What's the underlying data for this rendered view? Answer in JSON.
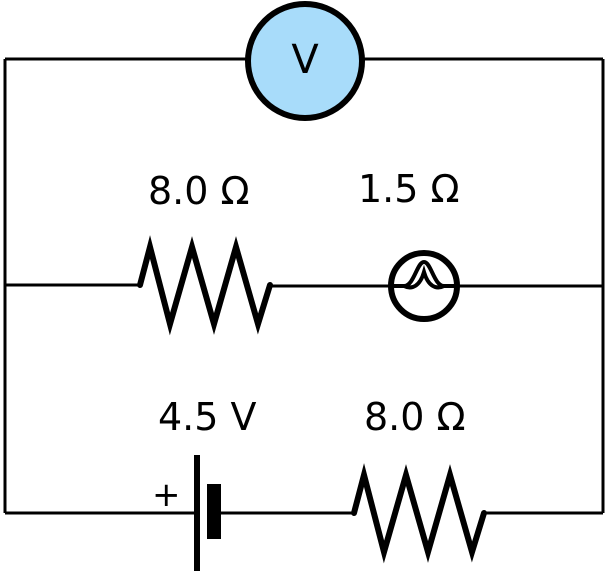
{
  "voltmeter": {
    "symbol": "V",
    "fill_color": "#a8dcfa"
  },
  "components": {
    "upper_resistor": {
      "label": "8.0 Ω"
    },
    "bulb": {
      "label": "1.5 Ω"
    },
    "battery": {
      "label": "4.5 V",
      "polarity_symbol": "+"
    },
    "lower_resistor": {
      "label": "8.0 Ω"
    }
  }
}
